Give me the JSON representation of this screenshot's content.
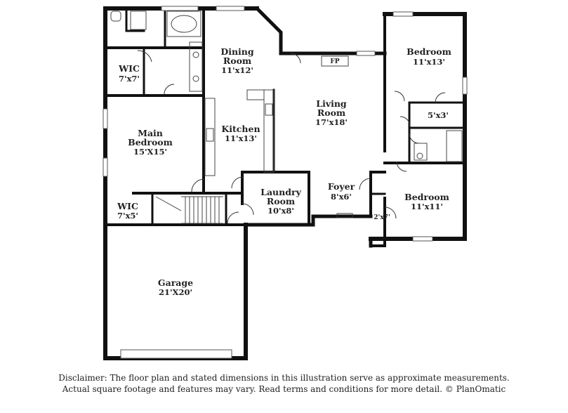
{
  "rooms": {
    "dining": {
      "name_1": "Dining",
      "name_2": "Room",
      "size": "11'x12'"
    },
    "living": {
      "name_1": "Living",
      "name_2": "Room",
      "size": "17'x18'"
    },
    "bedroom_top": {
      "name": "Bedroom",
      "size": "11'x13'"
    },
    "wic_top": {
      "name": "WIC",
      "size": "7'x7'"
    },
    "main_bedroom": {
      "name_1": "Main",
      "name_2": "Bedroom",
      "size": "15'X15'"
    },
    "kitchen": {
      "name": "Kitchen",
      "size": "11'x13'"
    },
    "closet": {
      "size": "5'x3'"
    },
    "laundry": {
      "name_1": "Laundry",
      "name_2": "Room",
      "size": "10'x8'"
    },
    "foyer": {
      "name": "Foyer",
      "size": "8'x6'"
    },
    "bedroom_bottom": {
      "name": "Bedroom",
      "size": "11'x11'"
    },
    "small_closet": {
      "size": "2'x7'"
    },
    "wic_bottom": {
      "name": "WIC",
      "size": "7'x5'"
    },
    "garage": {
      "name": "Garage",
      "size": "21'X20'"
    }
  },
  "fireplace_label": "FP",
  "disclaimer": {
    "line_1": "Disclaimer: The floor plan and stated dimensions in this illustration serve as approximate measurements.",
    "line_2": "Actual square footage and features may vary. Read terms and conditions for more detail. © PlanOmatic"
  }
}
